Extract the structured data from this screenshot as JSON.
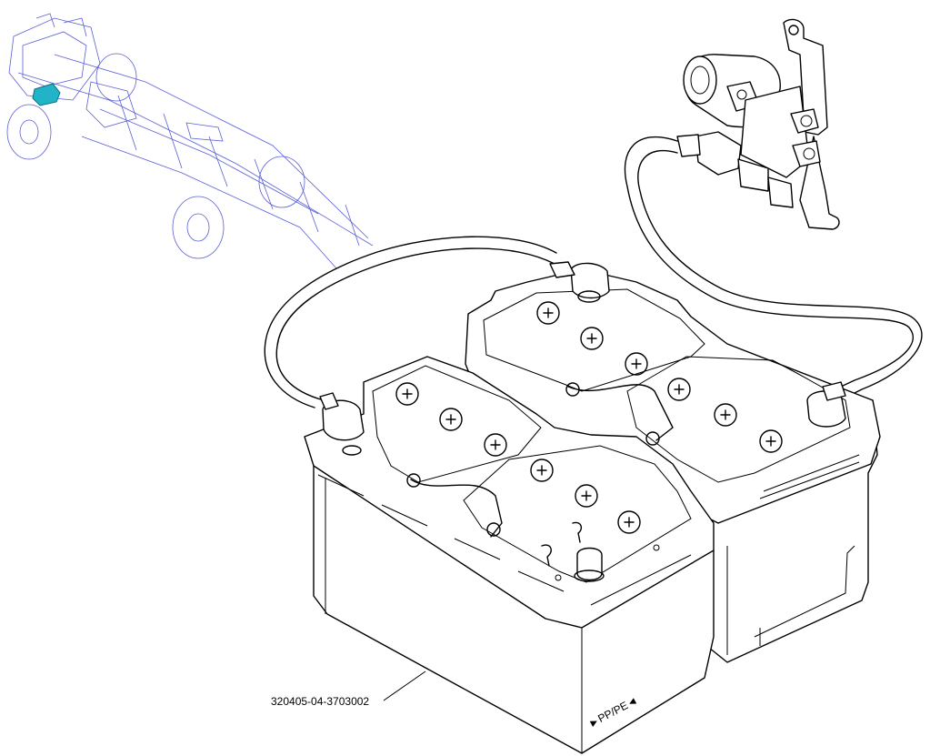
{
  "diagram": {
    "part_number": "320405-04-3703002",
    "marking": "►PP/PE◄",
    "icons": {
      "terminal": "plus-sign-icon",
      "locator": "chassis-locator-thumbnail"
    },
    "colors": {
      "line": "#000000",
      "thumbnail_line": "#5a5fd6",
      "highlight": "#21b3c8"
    }
  }
}
